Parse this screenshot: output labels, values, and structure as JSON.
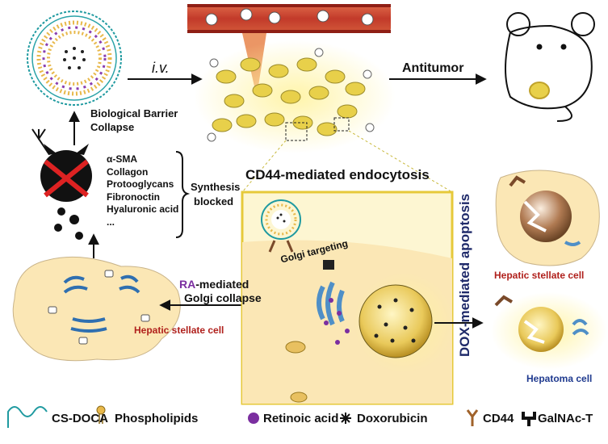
{
  "labels": {
    "iv": "i.v.",
    "antitumor": "Antitumor",
    "barrier_line1": "Biological Barrier",
    "barrier_line2": "Collapse",
    "ecm": [
      "α-SMA",
      "Collagon",
      "Protooglycans",
      "Fibronoctin",
      "Hyaluronic acid",
      "..."
    ],
    "synthesis_line1": "Synthesis",
    "synthesis_line2": "blocked",
    "cd44": "CD44-mediated endocytosis",
    "dox_apoptosis": "DOX-mediated apoptosis",
    "golgi_targeting": "Golgi targeting",
    "ra_prefix": "RA",
    "ra_rest": "-mediated",
    "golgi_collapse": "Golgi  collapse",
    "hsc_left": "Hepatic stellate cell",
    "hsc_right": "Hepatic stellate cell",
    "hepatoma": "Hepatoma cell"
  },
  "legend": [
    {
      "icon": "cs-doca-icon",
      "label": "CS-DOCA"
    },
    {
      "icon": "phospholipid-icon",
      "label": "Phospholipids"
    },
    {
      "icon": "retinoic-acid-icon",
      "label": "Retinoic acid"
    },
    {
      "icon": "doxorubicin-icon",
      "label": "Doxorubicin"
    },
    {
      "icon": "cd44-icon",
      "label": "CD44"
    },
    {
      "icon": "galnac-t-icon",
      "label": "GalNAc-T"
    }
  ],
  "colors": {
    "ra_purple": "#7b2fa0",
    "red_label": "#b0201c",
    "blue_label": "#1f3a8f",
    "cell_fill": "#fbe7b5",
    "golgi_blue": "#4f8fc7",
    "vessel_red": "#c23a2a",
    "tumor_yellow": "#e8d04a"
  }
}
